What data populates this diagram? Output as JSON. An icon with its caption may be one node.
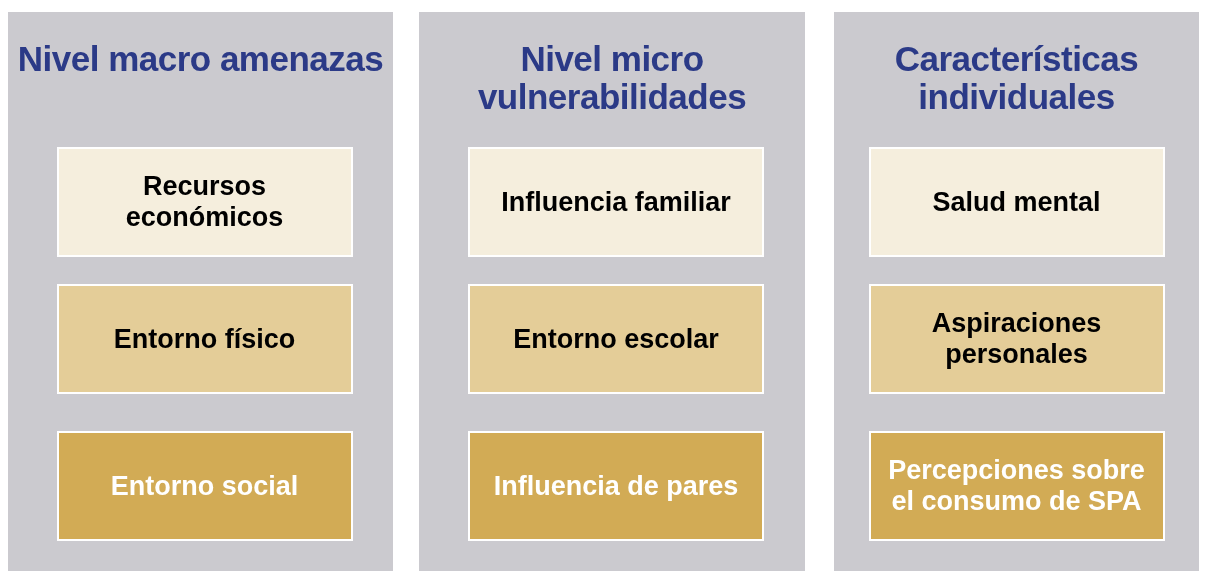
{
  "diagram": {
    "nodes": [
      {
        "text": [
          "Nivel macro amenazas"
        ]
      },
      {
        "text": [
          "Recursos económicos"
        ],
        "in": 0
      },
      {
        "text": [
          "Entorno físico"
        ],
        "in": 0
      },
      {
        "text": [
          "Entorno social"
        ],
        "in": 0
      },
      {
        "text": [
          "Nivel micro vulnerabilidades"
        ]
      },
      {
        "text": [
          "Influencia familiar"
        ],
        "in": 4
      },
      {
        "text": [
          "Entorno escolar"
        ],
        "in": 4
      },
      {
        "text": [
          "Influencia de pares"
        ],
        "in": 4
      },
      {
        "text": [
          "Características individuales"
        ]
      },
      {
        "text": [
          "Salud mental"
        ],
        "in": 8
      },
      {
        "text": [
          "Aspiraciones personales"
        ],
        "in": 8
      },
      {
        "text": [
          "Percepciones sobre el consumo de SPA"
        ],
        "in": 8
      }
    ]
  }
}
